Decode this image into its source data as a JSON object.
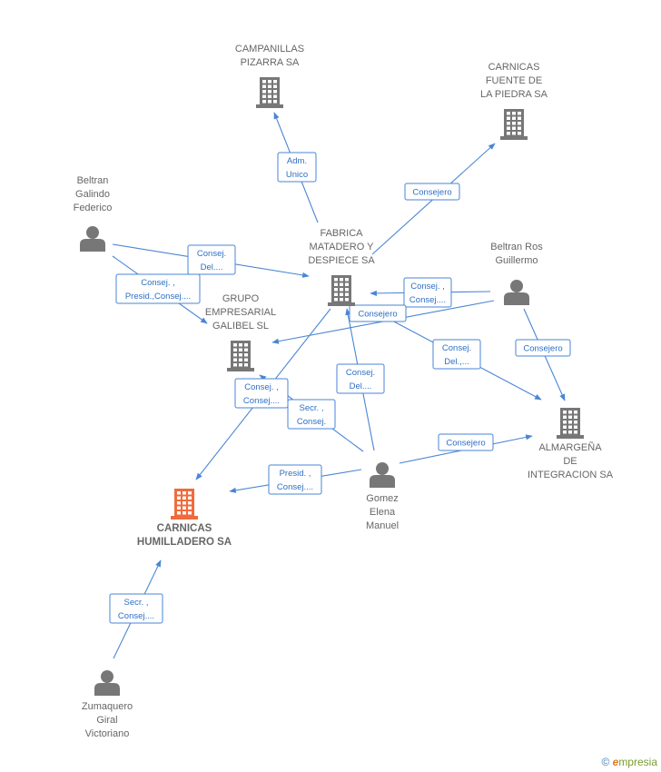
{
  "colors": {
    "company": "#777777",
    "company_main": "#f26a3b",
    "person": "#777777",
    "edge": "#4a86d4",
    "label_text": "#666666"
  },
  "nodes": [
    {
      "id": "campanillas",
      "type": "company",
      "label": [
        "CAMPANILLAS",
        "PIZARRA SA"
      ]
    },
    {
      "id": "carnicas_fuente",
      "type": "company",
      "label": [
        "CARNICAS",
        "FUENTE DE",
        "LA PIEDRA SA"
      ]
    },
    {
      "id": "beltran_galindo",
      "type": "person",
      "label": [
        "Beltran",
        "Galindo",
        "Federico"
      ]
    },
    {
      "id": "fabrica",
      "type": "company",
      "label": [
        "FABRICA",
        "MATADERO Y",
        "DESPIECE SA"
      ]
    },
    {
      "id": "beltran_ros",
      "type": "person",
      "label": [
        "Beltran Ros",
        "Guillermo"
      ]
    },
    {
      "id": "grupo",
      "type": "company",
      "label": [
        "GRUPO",
        "EMPRESARIAL",
        "GALIBEL  SL"
      ]
    },
    {
      "id": "almargena",
      "type": "company",
      "label": [
        "ALMARGEÑA",
        "DE",
        "INTEGRACION SA"
      ]
    },
    {
      "id": "carnicas_hum",
      "type": "company_main",
      "label": [
        "CARNICAS",
        "HUMILLADERO SA"
      ]
    },
    {
      "id": "gomez",
      "type": "person",
      "label": [
        "Gomez",
        "Elena",
        "Manuel"
      ]
    },
    {
      "id": "zumaquero",
      "type": "person",
      "label": [
        "Zumaquero",
        "Giral",
        "Victoriano"
      ]
    }
  ],
  "edges": [
    {
      "from": "fabrica",
      "to": "campanillas",
      "label": [
        "Adm.",
        "Unico"
      ]
    },
    {
      "from": "fabrica",
      "to": "carnicas_fuente",
      "label": [
        "Consejero"
      ]
    },
    {
      "from": "beltran_galindo",
      "to": "fabrica",
      "label": [
        "Consej.",
        "Del...."
      ]
    },
    {
      "from": "beltran_galindo",
      "to": "grupo",
      "label": [
        "Consej. ,",
        "Presid.,Consej...."
      ]
    },
    {
      "from": "beltran_ros",
      "to": "fabrica",
      "label": [
        "Consej. ,",
        "Consej...."
      ]
    },
    {
      "from": "beltran_ros",
      "to": "grupo",
      "label": [
        "Consejero"
      ]
    },
    {
      "from": "beltran_ros",
      "to": "almargena",
      "label": [
        "Consejero"
      ]
    },
    {
      "from": "fabrica",
      "to": "almargena",
      "label": [
        "Consej.",
        "Del.,..."
      ]
    },
    {
      "from": "gomez",
      "to": "fabrica",
      "label": [
        "Consej.",
        "Del...."
      ]
    },
    {
      "from": "fabrica",
      "to": "carnicas_hum",
      "label": [
        "Consej. ,",
        "Consej...."
      ]
    },
    {
      "from": "gomez",
      "to": "grupo",
      "label": [
        "Secr. ,",
        "Consej."
      ]
    },
    {
      "from": "gomez",
      "to": "almargena",
      "label": [
        "Consejero"
      ]
    },
    {
      "from": "gomez",
      "to": "carnicas_hum",
      "label": [
        "Presid. ,",
        "Consej...."
      ]
    },
    {
      "from": "zumaquero",
      "to": "carnicas_hum",
      "label": [
        "Secr. ,",
        "Consej...."
      ]
    }
  ],
  "footer": {
    "copyright": "©",
    "brand_initial": "e",
    "brand_rest": "mpresia"
  }
}
